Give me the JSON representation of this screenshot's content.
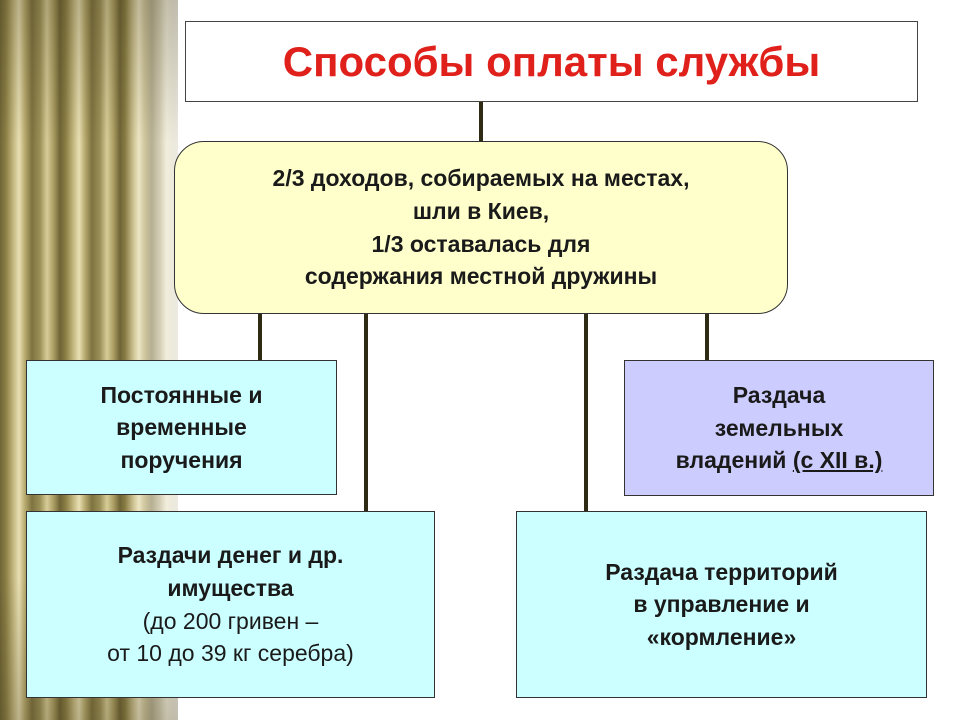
{
  "title": "Способы оплаты службы",
  "center": {
    "lines": [
      "2/3 доходов, собираемых на местах,",
      "шли в Киев,",
      "1/3 оставалась для",
      "содержания местной дружины"
    ]
  },
  "left_top": {
    "lines": [
      "Постоянные и",
      "временные",
      "поручения"
    ]
  },
  "right_top": {
    "lines": [
      "Раздача",
      "земельных"
    ],
    "line3_prefix": "владений ",
    "line3_underlined": "(с XII в.)"
  },
  "left_bottom": {
    "lines_bold": [
      "Раздачи денег и др.",
      "имущества"
    ],
    "lines_regular": [
      "(до 200 гривен –",
      "от 10 до 39 кг серебра)"
    ]
  },
  "right_bottom": {
    "lines": [
      "Раздача территорий",
      "в управление и",
      "«кормление»"
    ]
  },
  "colors": {
    "title_text": "#e0201b",
    "center_fill": "#ffffcc",
    "cyan_fill": "#ccffff",
    "lavender_fill": "#ccccff",
    "connector": "#2f2a14"
  }
}
